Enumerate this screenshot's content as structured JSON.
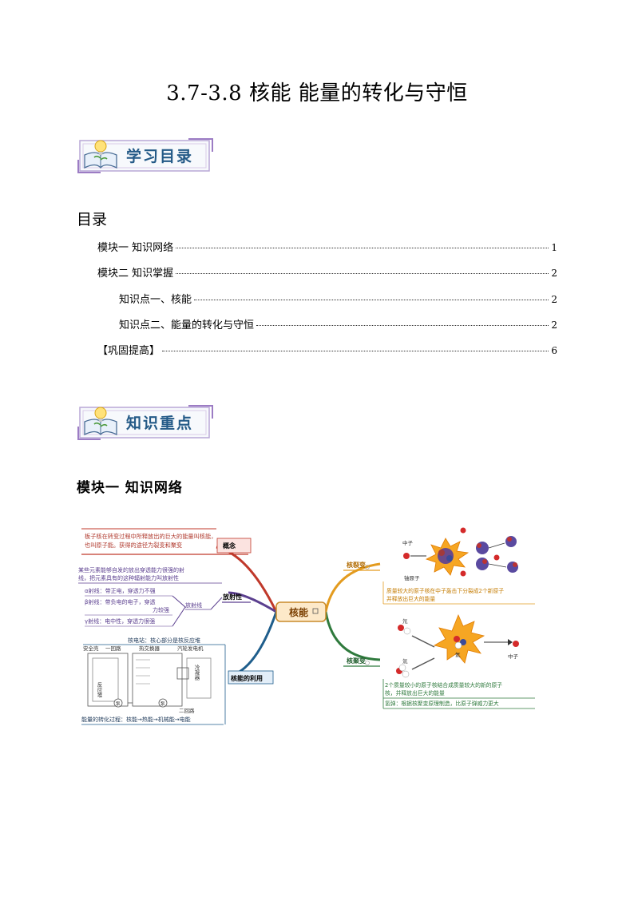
{
  "title": "3.7-3.8  核能  能量的转化与守恒",
  "banners": {
    "contents": "学习目录",
    "key_points": "知识重点"
  },
  "toc": {
    "heading": "目录",
    "items": [
      {
        "label": "模块一  知识网络",
        "page": "1"
      },
      {
        "label": "模块二  知识掌握",
        "page": "2"
      },
      {
        "label": "知识点一、核能",
        "page": "2"
      },
      {
        "label": "知识点二、能量的转化与守恒",
        "page": "2"
      },
      {
        "label": "【巩固提高】",
        "page": "6"
      }
    ]
  },
  "module_heading": "模块一  知识网络",
  "mindmap": {
    "center": "核能",
    "concept": {
      "label": "概念",
      "text1": "板子核在转变过程中所释放出的巨大的能量叫核能，",
      "text2": "也叫原子能。获得的途径为裂变和聚变"
    },
    "radioactivity": {
      "label": "放射性",
      "intro1": "某些元素能够自发的放出穿透能力很强的射",
      "intro2": "线，把元素具有的这种辐射能力叫放射性",
      "rays_label": "放射线",
      "alpha": "α射线：带正电，穿透力不强",
      "beta1": "β射线：带负电的电子，穿透",
      "beta2": "力较强",
      "gamma": "γ射线：电中性，穿透力很强"
    },
    "utilization": {
      "label": "核能的利用",
      "plant": "核电站：核心部分是核反应堆",
      "containment": "安全壳",
      "loop1": "一回路",
      "exchanger": "热交换器",
      "turbine": "汽轮发电机",
      "reactor": "反应堆",
      "condenser": "冷凝器",
      "loop2": "二回路",
      "pump": "泵",
      "chain": "能量的转化过程：核能→热能→机械能→电能"
    },
    "fission": {
      "label": "核裂变",
      "neutron": "中子",
      "uranium": "铀原子",
      "text1": "质量较大的原子核在中子轰击下分裂成2个新原子",
      "text2": "并释放出巨大的能量"
    },
    "fusion": {
      "label": "核聚变",
      "deuterium": "氘",
      "tritium": "氚",
      "helium": "氦",
      "neutron": "中子",
      "text1": "2个质量较小的原子核结合成质量较大的新的原子",
      "text2": "核，并释放出巨大的能量",
      "bomb": "氢弹：根据核聚变原理制造，比原子弹威力更大"
    }
  }
}
